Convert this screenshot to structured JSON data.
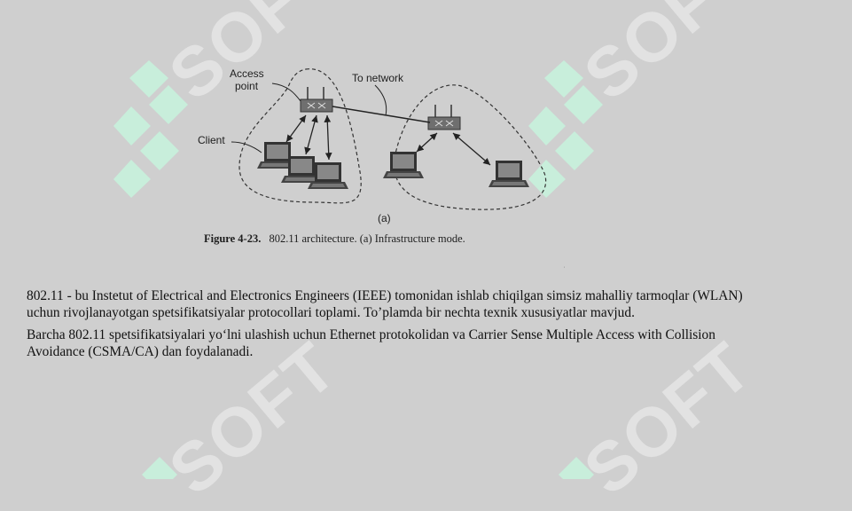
{
  "watermark": {
    "text": "SOFT",
    "color": "#c8eedb"
  },
  "figure": {
    "labels": {
      "access_point": [
        "Access",
        "point"
      ],
      "to_network": "To network",
      "client": "Client",
      "sub_label": "(a)"
    },
    "caption": {
      "number": "Figure 4-23.",
      "text": "802.11 architecture. (a) Infrastructure mode."
    }
  },
  "body": {
    "paragraph_1": "802.11 - bu Instetut of Electrical and Electronics Engineers  (IEEE) tomonidan ishlab chiqilgan simsiz mahalliy tarmoqlar (WLAN) uchun rivojlanayotgan spetsifikatsiyalar protocollari toplami. To’plamda bir nechta texnik xususiyatlar mavjud.",
    "paragraph_2": "Barcha 802.11 spetsifikatsiyalari yo‘lni ulashish uchun Ethernet protokolidan va Carrier Sense Multiple Access with Collision Avoidance (CSMA/CA) dan foydalanadi."
  }
}
